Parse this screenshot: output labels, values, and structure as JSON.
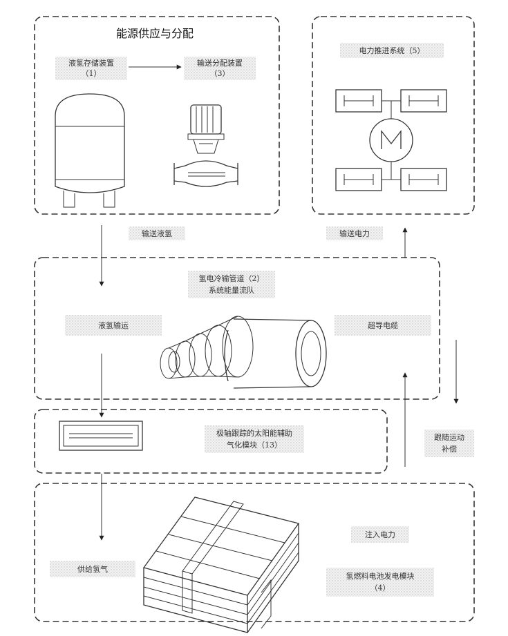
{
  "panels": {
    "supply": {
      "title": "能源供应与分配",
      "tank_label": "液氢存储装置",
      "tank_num": "（1）",
      "dist_label": "输送分配装置",
      "dist_num": "（3）"
    },
    "propulsion": {
      "label": "电力推进系统（5）"
    },
    "pipeline": {
      "label_line1": "氢电冷输管道（2）",
      "label_line2": "系统能量流队",
      "lh2_label": "液氢输运",
      "sc_label": "超导电缆"
    },
    "gasifier": {
      "label_line1": "极轴跟踪的太阳能辅助",
      "label_line2": "气化模块（13）"
    },
    "fuelcell": {
      "power_label": "注入电力",
      "label_line1": "氢燃料电池发电模块",
      "label_line2": "（4）",
      "h2_label": "供给氢气"
    }
  },
  "flows": {
    "lh2": "输送液氢",
    "power": "输送电力",
    "comp_line1": "跟随运动",
    "comp_line2": "补偿"
  }
}
